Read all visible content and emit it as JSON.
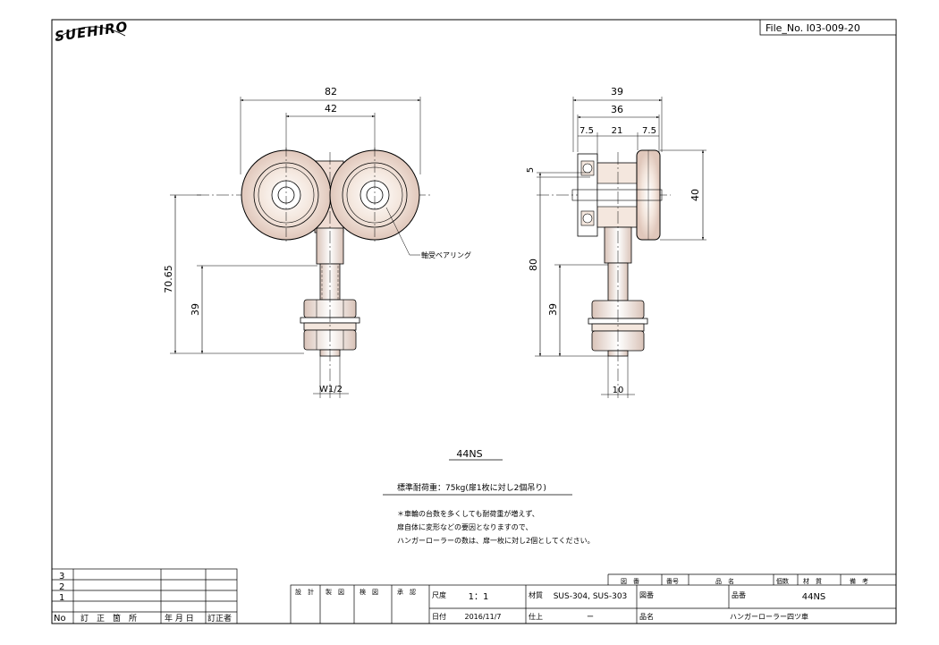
{
  "header": {
    "logo_text": "SUEHIRO",
    "file_no": "File_No. I03-009-20"
  },
  "front_view": {
    "dim_width_outer": "82",
    "dim_width_inner": "42",
    "dim_height_total": "70.65",
    "dim_height_shaft": "39",
    "dim_thread": "W1/2",
    "callout": "軸受ベアリング"
  },
  "side_view": {
    "dim_top": "39",
    "dim_mid": "36",
    "dim_left": "7.5",
    "dim_center": "21",
    "dim_right": "7.5",
    "dim_5": "5",
    "dim_40": "40",
    "dim_80": "80",
    "dim_39": "39",
    "dim_10": "10"
  },
  "model": "44NS",
  "load": "標準耐荷重：75kg(扉1枚に対し2個吊り)",
  "notes": [
    "＊車輪の台数を多くしても耐荷重が増えず、",
    "扉自体に変形などの要因となりますので、",
    "ハンガーローラーの数は、扉一枚に対し2個としてください。"
  ],
  "revision_table": {
    "rows": [
      "3",
      "2",
      "1"
    ],
    "headers": [
      "No",
      "訂　正　箇　所",
      "年 月 日",
      "訂正者"
    ]
  },
  "title_block": {
    "roles": [
      "設　計",
      "製　図",
      "検　図",
      "承　認"
    ],
    "scale_label": "尺度",
    "scale_value": "1：1",
    "date_label": "日付",
    "date_value": "2016/11/7",
    "material_label": "材質",
    "material_value": "SUS-304, SUS-303",
    "finish_label": "仕上",
    "finish_value": "ー",
    "drawing_no_label": "図番",
    "product_code_label": "品番",
    "product_code_value": "44NS",
    "product_name_label": "品名",
    "product_name_value": "ハンガーローラー四ツ車",
    "parts_headers": [
      "図　番",
      "番号",
      "品　名",
      "個数",
      "材　質",
      "備　考"
    ]
  }
}
